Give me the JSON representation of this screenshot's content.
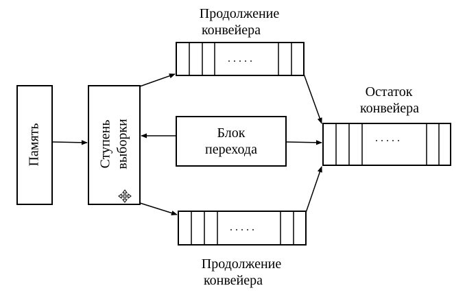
{
  "diagram": {
    "memory_label": "Память",
    "fetch_stage_label_line1": "Ступень",
    "fetch_stage_label_line2": "выборки",
    "branch_unit_line1": "Блок",
    "branch_unit_line2": "перехода",
    "top_pipeline_caption_line1": "Продолжение",
    "top_pipeline_caption_line2": "конвейера",
    "bottom_pipeline_caption_line1": "Продолжение",
    "bottom_pipeline_caption_line2": "конвейера",
    "rest_pipeline_caption_line1": "Остаток",
    "rest_pipeline_caption_line2": "конвейера",
    "ellipsis": ". . . . .",
    "cursor_icon": "move-cursor-icon"
  }
}
